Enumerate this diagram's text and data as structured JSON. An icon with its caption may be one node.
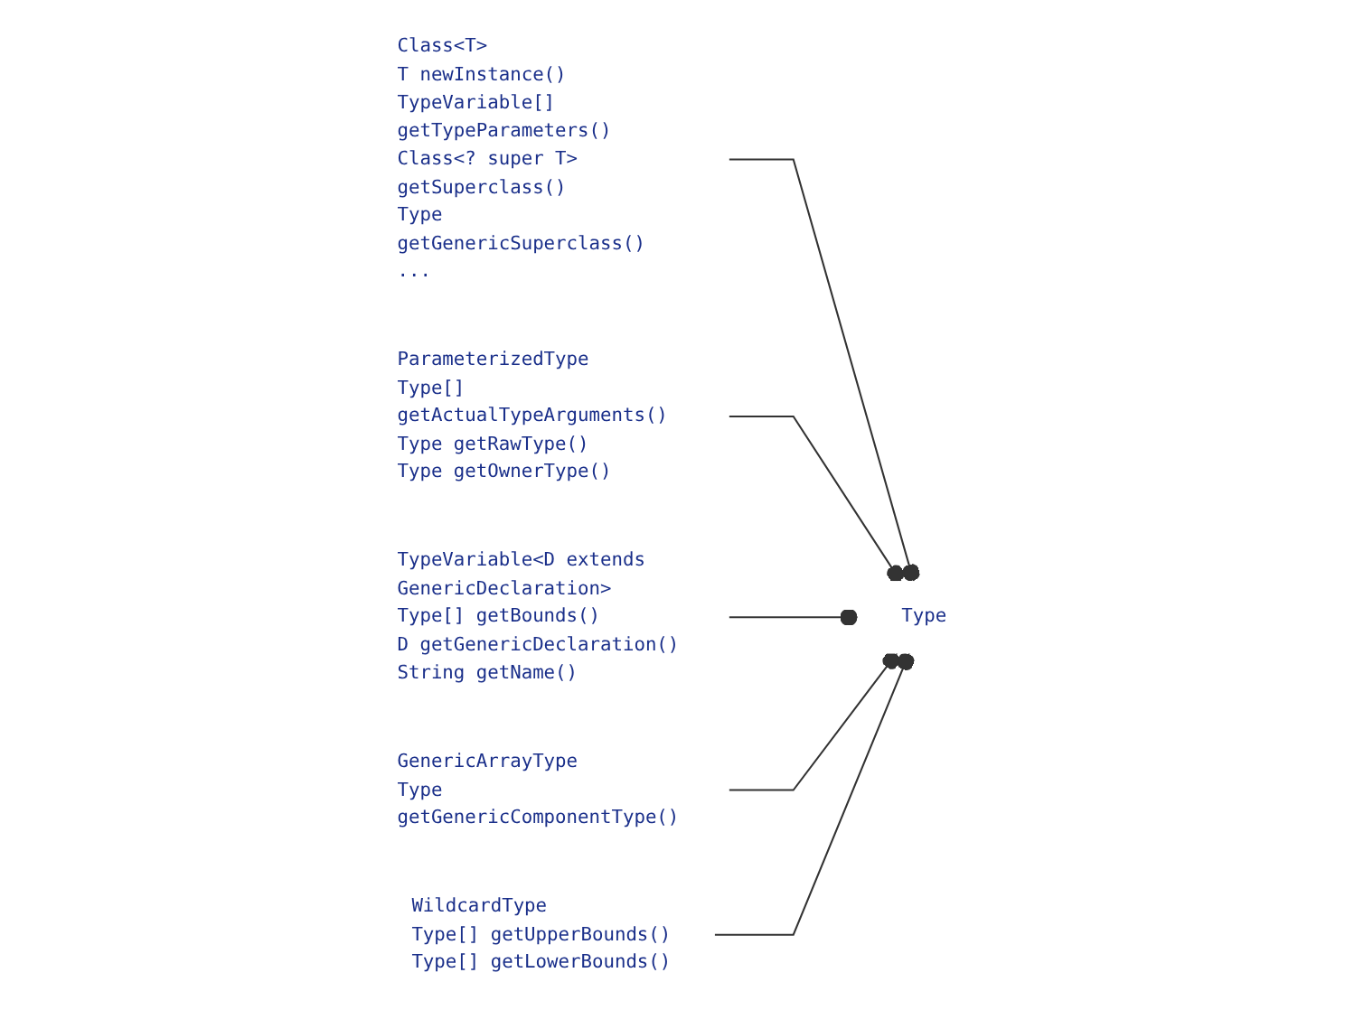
{
  "diagram": {
    "nodes": [
      {
        "text": [
          "Type"
        ]
      },
      {
        "text": [
          "Class<T>",
          "T newInstance()",
          "TypeVariable[] getTypeParameters()",
          "Class<? super T> getSuperclass()",
          "Type getGenericSuperclass()",
          "..."
        ]
      },
      {
        "text": [
          "ParameterizedType",
          "Type[] getActualTypeArguments()",
          "Type getRawType()",
          "Type getOwnerType()"
        ]
      },
      {
        "text": [
          "TypeVariable<D extends GenericDeclaration>",
          "Type[] getBounds()",
          "D getGenericDeclaration()",
          "String getName()"
        ]
      },
      {
        "text": [
          "GenericArrayType",
          "Type getGenericComponentType()"
        ]
      },
      {
        "text": [
          "WildcardType",
          "Type[] getUpperBounds()",
          "Type[] getLowerBounds()"
        ]
      }
    ],
    "edges": [
      {
        "from": 1,
        "to": 0,
        "arrow": "other"
      },
      {
        "from": 2,
        "to": 0,
        "arrow": "other"
      },
      {
        "from": 3,
        "to": 0,
        "arrow": "other"
      },
      {
        "from": 4,
        "to": 0,
        "arrow": "other"
      },
      {
        "from": 5,
        "to": 0,
        "arrow": "other"
      }
    ]
  }
}
